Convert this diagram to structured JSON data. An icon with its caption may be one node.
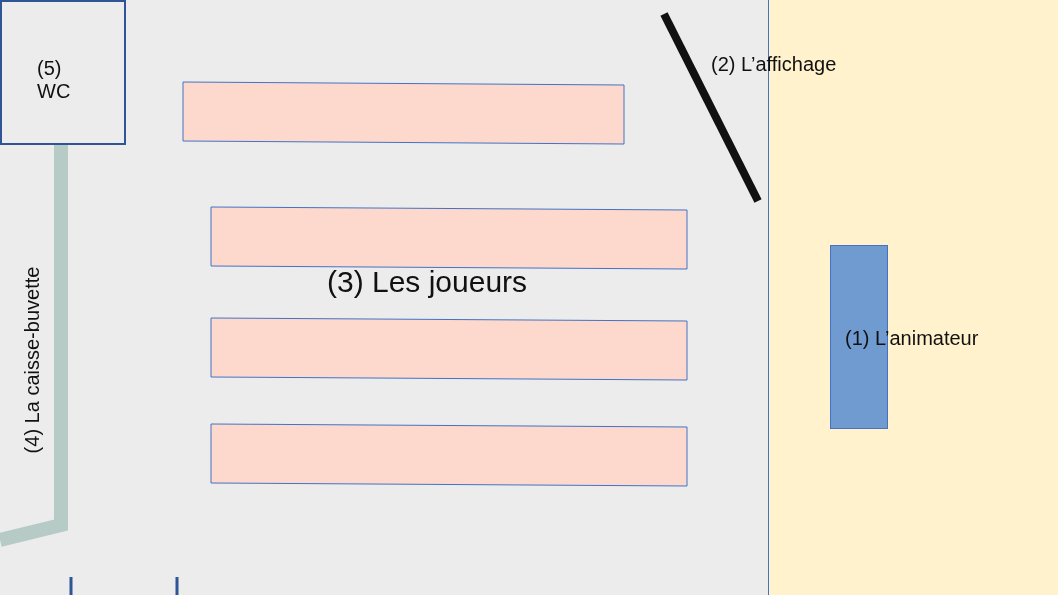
{
  "diagram": {
    "nodes": [
      {
        "text": [
          "(5) WC"
        ]
      },
      {
        "text": [
          "(1) L’animateur"
        ]
      },
      {
        "text": [],
        "shape": "box"
      },
      {
        "text": [],
        "shape": "box"
      },
      {
        "text": [],
        "shape": "box"
      },
      {
        "text": [],
        "shape": "box"
      }
    ],
    "labels": [
      "(2) L’affichage",
      "(3) Les joueurs",
      "(4) La caisse-buvette"
    ]
  }
}
